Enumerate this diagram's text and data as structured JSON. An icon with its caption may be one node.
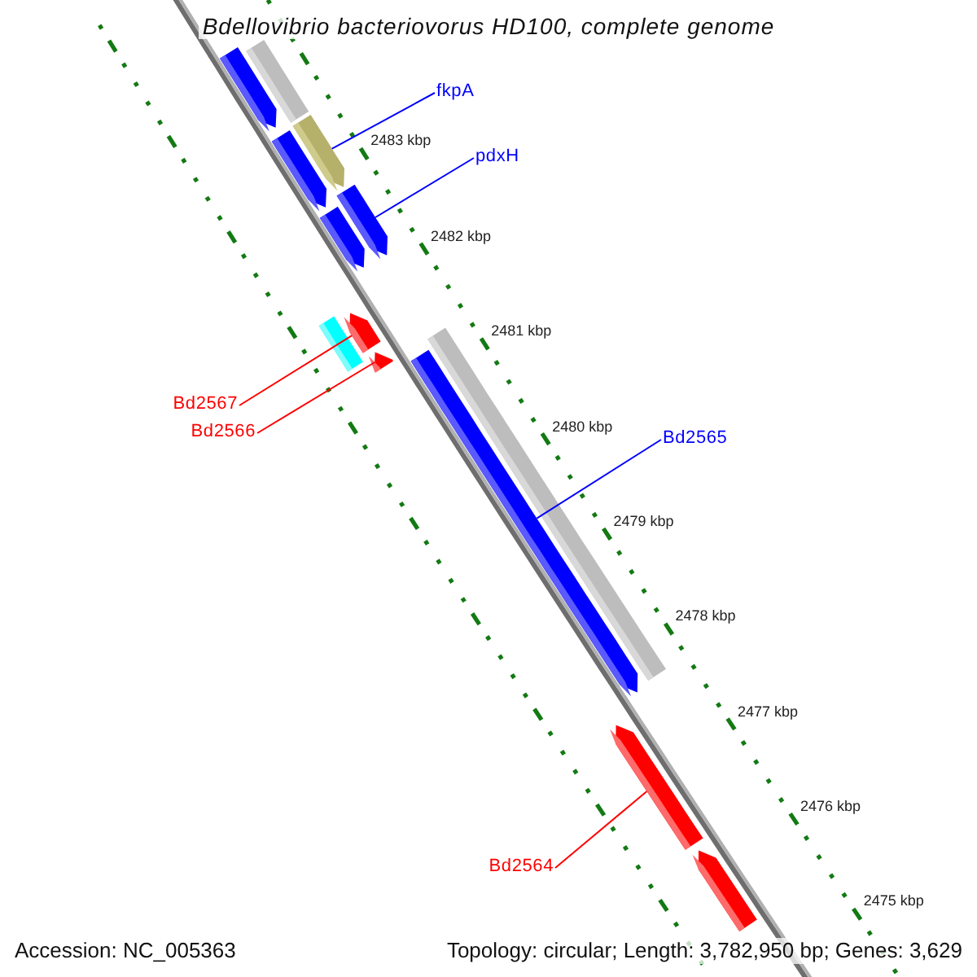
{
  "diagram": {
    "title": "Bdellovibrio bacteriovorus HD100, complete genome",
    "nodes": [
      {
        "text": [
          "fkpA"
        ]
      },
      {
        "text": [
          "pdxH"
        ]
      },
      {
        "text": [
          "Bd2567"
        ]
      },
      {
        "text": [
          "Bd2566"
        ]
      },
      {
        "text": [
          "Bd2565"
        ]
      },
      {
        "text": [
          "Bd2564"
        ]
      },
      {
        "text": [],
        "shape": "bar"
      },
      {
        "text": [],
        "shape": "bar"
      },
      {
        "text": [],
        "shape": "bar"
      },
      {
        "text": [],
        "shape": "bar"
      },
      {
        "text": [],
        "shape": "bar"
      },
      {
        "text": [],
        "shape": "bar"
      },
      {
        "text": [],
        "shape": "bar"
      },
      {
        "text": [],
        "shape": "bar"
      },
      {
        "text": [],
        "shape": "bar"
      },
      {
        "text": [],
        "shape": "bar"
      },
      {
        "text": [],
        "shape": "bar"
      },
      {
        "text": [],
        "shape": "bar"
      },
      {
        "text": [],
        "shape": "bar"
      }
    ],
    "edges": [
      {
        "from": 0,
        "to": 9,
        "arrow": "none"
      },
      {
        "from": 1,
        "to": 11,
        "arrow": "none"
      },
      {
        "from": 2,
        "to": 13,
        "arrow": "none",
        "color": "#ff0000"
      },
      {
        "from": 3,
        "to": 14,
        "arrow": "none",
        "color": "#ff0000"
      },
      {
        "from": 4,
        "to": 16,
        "arrow": "none"
      },
      {
        "from": 5,
        "to": 17,
        "arrow": "none",
        "color": "#ff0000"
      }
    ],
    "labels": [
      "2483 kbp",
      "2482 kbp",
      "2481 kbp",
      "2480 kbp",
      "2479 kbp",
      "2478 kbp",
      "2477 kbp",
      "2476 kbp",
      "2475 kbp",
      "Accession: NC_005363",
      "Topology: circular; Length: 3,782,950 bp; Genes: 3,629"
    ]
  }
}
